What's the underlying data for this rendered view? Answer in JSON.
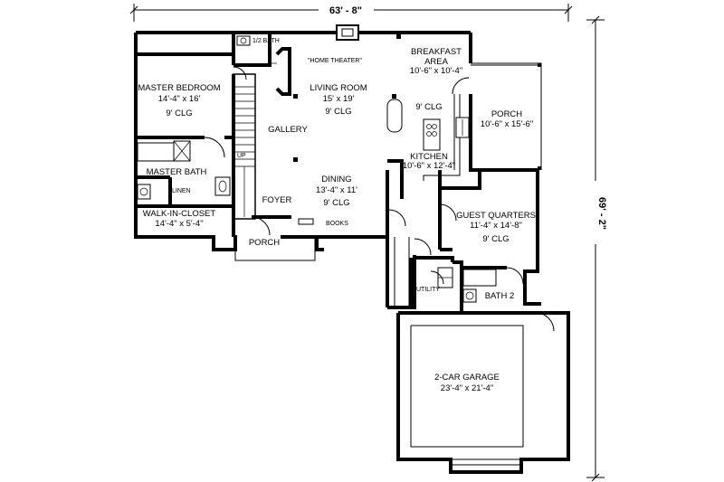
{
  "dimensions": {
    "width": "63' - 8\"",
    "depth": "69' - 2\""
  },
  "rooms": {
    "master_bedroom": {
      "name": "MASTER BEDROOM",
      "size": "14'-4\" x 16'",
      "ceiling": "9' CLG"
    },
    "half_bath": {
      "name": "1/2 BATH"
    },
    "home_theater": {
      "name": "\"HOME THEATER\""
    },
    "living_room": {
      "name": "LIVING ROOM",
      "size": "15' x 19'",
      "ceiling": "9' CLG"
    },
    "breakfast": {
      "name": "BREAKFAST",
      "name2": "AREA",
      "size": "10'-6\" x 10'-4\""
    },
    "kitchen_ceiling": "9' CLG",
    "porch_rear": {
      "name": "PORCH",
      "size": "10'-6\" x 15'-6\""
    },
    "gallery": {
      "name": "GALLERY"
    },
    "stairs_up": "UP",
    "master_bath": {
      "name": "MASTER BATH"
    },
    "linen": "LINEN",
    "kitchen": {
      "name": "KITCHEN",
      "size": "10'-6\" x 12'-4\""
    },
    "dining": {
      "name": "DINING",
      "size": "13'-4\" x 11'",
      "ceiling": "9' CLG"
    },
    "foyer": {
      "name": "FOYER"
    },
    "books": "BOOKS",
    "walk_in_closet": {
      "name": "WALK-IN-CLOSET",
      "size": "14'-4\" x 5'-4\""
    },
    "porch_front": {
      "name": "PORCH"
    },
    "guest_quarters": {
      "name": "GUEST QUARTERS",
      "size": "11'-4\" x 14'-8\"",
      "ceiling": "9' CLG"
    },
    "utility": {
      "name": "UTILITY"
    },
    "bath2": {
      "name": "BATH 2"
    },
    "garage": {
      "name": "2-CAR GARAGE",
      "size": "23'-4\" x 21'-4\""
    }
  }
}
